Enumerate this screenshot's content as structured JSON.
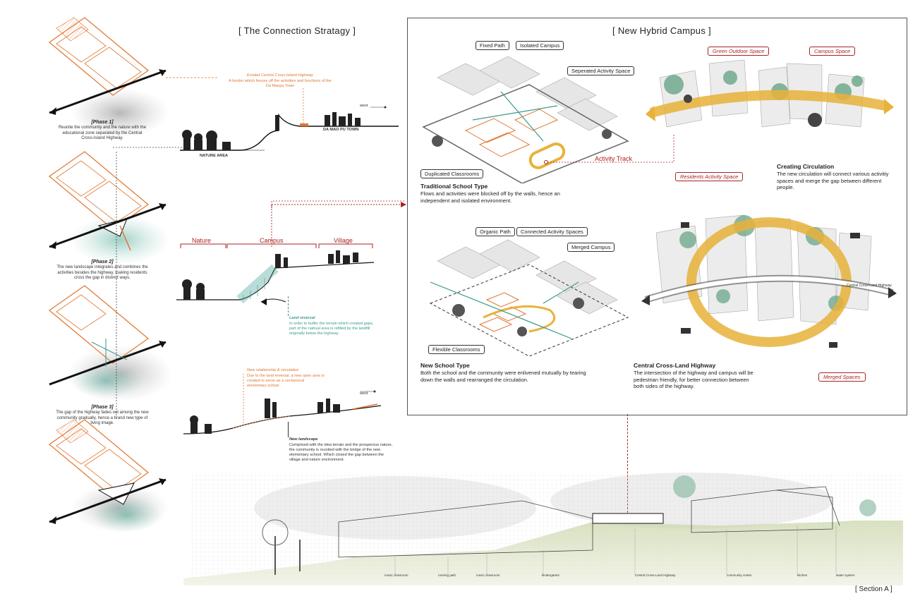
{
  "titles": {
    "connection": "[ The Connection Stratagy ]",
    "hybrid": "[ New Hybrid Campus ]",
    "section": "[ Section A ]"
  },
  "phases": [
    {
      "title": "[Phase 1]",
      "text": "Reunite the community and the nature with the educational zone separated by the Central Cross-Island Highway."
    },
    {
      "title": "[Phase 2]",
      "text": "The new landscape integrates and combines the activities besides the highway, making residents cross the gap in distinct ways."
    },
    {
      "title": "[Phase 3]",
      "text": "The gap of the highway fades out among the new community gradually, hence a brand new type of living image."
    }
  ],
  "section1": {
    "note_title": "Existed Central Cross-Island Highway",
    "note_text": "A border which fences off the activities and functions of the Da Maopu Town",
    "nature_area": "NATURE AREA",
    "town": "DA MAO PU TOWN",
    "west": "west"
  },
  "section2": {
    "nature": "Nature",
    "campus": "Campus",
    "village": "Village",
    "note_title": "Land reversal",
    "note_text": "In order to buffer the terrain which created gaps, part of the natrual area is refilled by the landfill originally below the highway."
  },
  "section3": {
    "note_title": "New relationship & circulation",
    "note_text": "Due to the land reversal, a new open area is created to serve as a unclassical elementary school.",
    "west": "west",
    "landscape_title": "New landscape",
    "landscape_text": "Comprised with the idea terrain and the prosperous nature, the community is reunited with the bridge of the new elementary school. Which closed the gap between the village and nature environment."
  },
  "traditional": {
    "tags": [
      "Fixed Path",
      "Isolated Campus",
      "Seperated Activity Space",
      "Duplicated Classrooms"
    ],
    "activity_track": "Activity Track",
    "heading": "Traditional School Type",
    "text": "Flows and activities were blocked off by the walls, hence an independent and isolated environment."
  },
  "newschool": {
    "tags": [
      "Organic Path",
      "Connected Activity Spaces",
      "Merged Campus",
      "Flexible Classrooms"
    ],
    "heading": "New School Type",
    "text": "Both the school and the community were enlivened mutually by tearing down the walls and rearranged the circulation."
  },
  "circulation": {
    "tags": [
      "Green Outdoor Space",
      "Campus Space",
      "Residents Activity Space"
    ],
    "heading": "Creating Circulation",
    "text": "The new circulation will connect various activitiy spaces and merge the gap between different people."
  },
  "highway": {
    "tag": "Merged Spaces",
    "road_label": "Central Cross-Land Highway",
    "heading": "Central Cross-Land Highway",
    "text": "The intersection of the highway and campus will be pedestrian friendly, for better connection between both sides of the highway."
  },
  "section_labels": [
    "music classroom",
    "running path",
    "music classroom",
    "kindergarten",
    "Central Cross-Land Highway",
    "community center",
    "kitchen",
    "water system"
  ],
  "colors": {
    "orange": "#e0762f",
    "red": "#a22222",
    "teal": "#3a9a8e",
    "track": "#e8b23a"
  }
}
